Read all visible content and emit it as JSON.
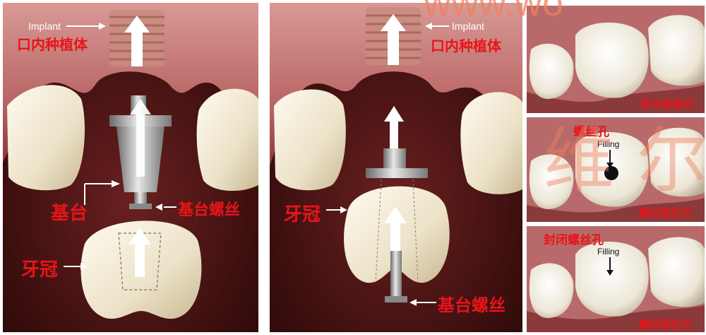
{
  "watermark": {
    "url_fragment": "www.wo",
    "chars": "维 尔"
  },
  "panel_left": {
    "implant_en": "Implant",
    "implant_cn": "口内种植体",
    "abutment": "基台",
    "abutment_screw": "基台螺丝",
    "crown": "牙冠"
  },
  "panel_middle": {
    "implant_en": "Implant",
    "implant_cn": "口内种植体",
    "crown": "牙冠",
    "abutment_screw": "基台螺丝"
  },
  "panel_right": {
    "cement_label": "胶水粘结式",
    "screw_hole": "螺丝孔",
    "filling_1": "Filling",
    "screw_retained_1": "螺丝固位式",
    "seal_hole": "封闭螺丝孔",
    "filling_2": "Filling",
    "screw_retained_2": "螺丝固位式"
  },
  "colors": {
    "gum": "#c97c7c",
    "gum_dark": "#7a2a2a",
    "mouth_bg": "#4a1414",
    "tooth": "#f2ecd9",
    "label_red": "#e8141a",
    "watermark": "#f08060"
  }
}
